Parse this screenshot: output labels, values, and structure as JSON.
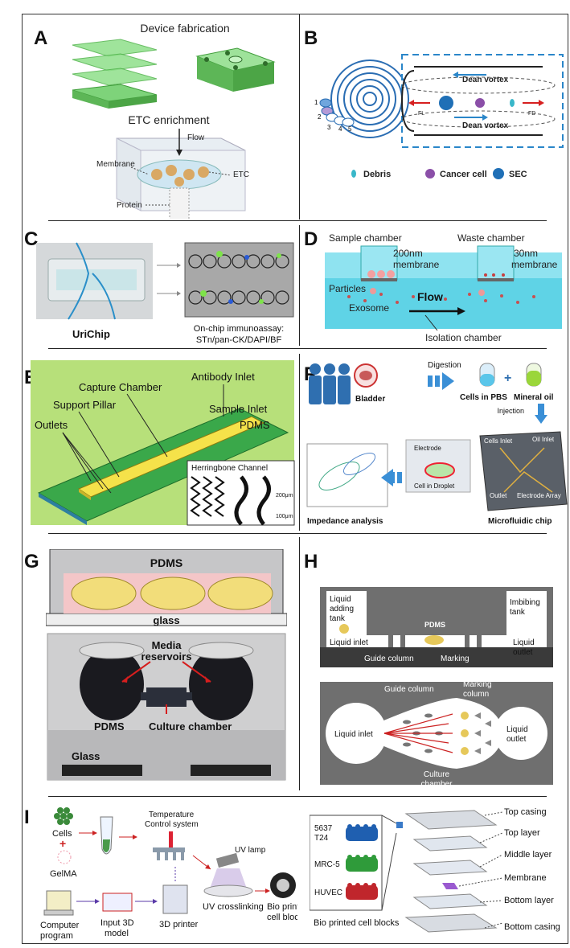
{
  "panels": {
    "A": {
      "letter": "A",
      "title": "Device fabrication",
      "subtitle": "ETC  enrichment",
      "labels": {
        "flow": "Flow",
        "membrane": "Membrane",
        "etc": "ETC",
        "protein": "Protein"
      }
    },
    "B": {
      "letter": "B",
      "labels": {
        "dean_top": "Dean vortex",
        "dean_bottom": "Dean vortex",
        "fl": "FL",
        "fd": "FD",
        "outlets": [
          "1",
          "2",
          "3",
          "4",
          "5"
        ]
      },
      "legend": [
        {
          "label": "Debris",
          "color": "#39b7c9"
        },
        {
          "label": "Cancer cell",
          "color": "#8b4fa8"
        },
        {
          "label": "SEC",
          "color": "#1f6fb6"
        }
      ]
    },
    "C": {
      "letter": "C",
      "chip_label": "UriChip",
      "assay_line1": "On-chip immunoassay:",
      "assay_line2": "STn/pan-CK/DAPI/BF"
    },
    "D": {
      "letter": "D",
      "labels": {
        "sample_chamber": "Sample chamber",
        "waste_chamber": "Waste chamber",
        "membrane_200": "200nm",
        "membrane_200b": "membrane",
        "membrane_30": "30nm",
        "membrane_30b": "membrane",
        "particles": "Particles",
        "exosome": "Exosome",
        "flow": "Flow",
        "isolation": "Isolation chamber"
      }
    },
    "E": {
      "letter": "E",
      "labels": {
        "capture": "Capture Chamber",
        "antibody": "Antibody Inlet",
        "support": "Support Pillar",
        "sample": "Sample Inlet",
        "pdms": "PDMS",
        "outlets": "Outlets",
        "herringbone": "Herringbone Channel",
        "scale1": "200μm",
        "scale2": "100μm"
      }
    },
    "F": {
      "letter": "F",
      "labels": {
        "bladder": "Bladder",
        "digestion": "Digestion",
        "cells_pbs": "Cells in PBS",
        "plus": "+",
        "mineral_oil": "Mineral oil",
        "injection": "Injection",
        "electrode": "Electrode",
        "cell_droplet": "Cell in Droplet",
        "cells_inlet": "Cells Inlet",
        "oil_inlet": "Oil Inlet",
        "outlet": "Outlet",
        "electrode_array": "Electrode Array",
        "impedance": "Impedance analysis",
        "microfluidic": "Microfluidic chip"
      }
    },
    "G": {
      "letter": "G",
      "labels": {
        "pdms_top": "PDMS",
        "glass_top": "glass",
        "media": "Media",
        "reservoirs": "reservoirs",
        "pdms_photo": "PDMS",
        "culture": "Culture chamber",
        "glass_photo": "Glass"
      }
    },
    "H": {
      "letter": "H",
      "labels": {
        "liquid_adding": "Liquid",
        "liquid_adding2": "adding",
        "liquid_adding3": "tank",
        "imbibing": "Imbibing",
        "imbibing2": "tank",
        "pdms": "PDMS",
        "liquid_inlet": "Liquid inlet",
        "liquid_outlet": "Liquid",
        "liquid_outlet2": "outlet",
        "guide_column": "Guide column",
        "marking": "Marking",
        "guide_column2": "Guide column",
        "marking_column": "Marking",
        "marking_column2": "column",
        "liquid_inlet2": "Liquid inlet",
        "liquid_outlet3": "Liquid",
        "liquid_outlet4": "outlet",
        "culture": "Culture",
        "culture2": "chamber"
      }
    },
    "I": {
      "letter": "I",
      "labels": {
        "cells": "Cells",
        "plus": "+",
        "gelma": "GelMA",
        "temp1": "Temperature",
        "temp2": "Control system",
        "uv_lamp": "UV lamp",
        "uv_cross": "UV crosslinking",
        "bio1": "Bio printed",
        "bio2": "cell block",
        "computer1": "Computer",
        "computer2": "program",
        "input1": "Input 3D",
        "input2": "model",
        "printer": "3D printer",
        "block1": "5637",
        "block1b": "T24",
        "block2": "MRC-5",
        "block3": "HUVEC",
        "blocks_caption": "Bio printed cell blocks",
        "top_casing": "Top casing",
        "top_layer": "Top layer",
        "middle_layer": "Middle layer",
        "membrane": "Membrane",
        "bottom_layer": "Bottom layer",
        "bottom_casing": "Bottom casing"
      }
    }
  },
  "colors": {
    "green_chip": "#7ed37a",
    "yellow_chip": "#f4e04a",
    "cyan_channel": "#5fd3e6",
    "gray_panel": "#6f6f6f",
    "blue_block": "#1f5fb0",
    "green_block": "#2f9b3a",
    "red_block": "#c0262c"
  }
}
